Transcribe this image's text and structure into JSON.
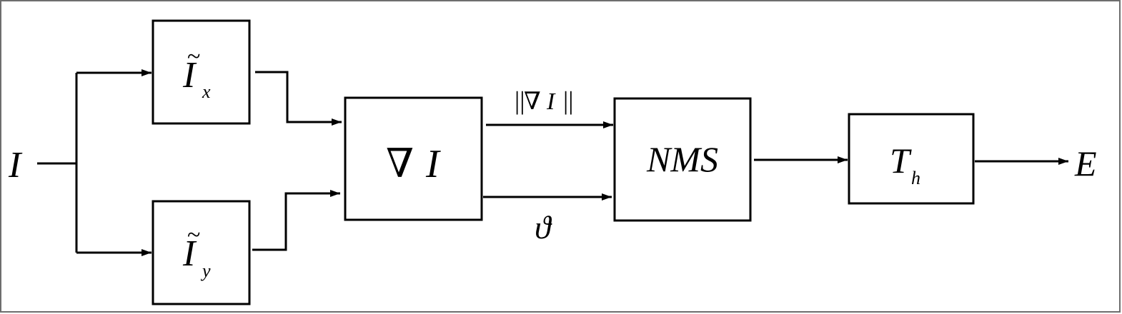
{
  "diagram": {
    "input_label": "I",
    "output_label": "E",
    "blocks": {
      "ix": {
        "base": "I",
        "tilde": "~",
        "sub": "x"
      },
      "iy": {
        "base": "I",
        "tilde": "~",
        "sub": "y"
      },
      "grad": {
        "nabla": "∇",
        "var": "I"
      },
      "nms": {
        "label": "NMS"
      },
      "th": {
        "base": "T",
        "sub": "h"
      }
    },
    "edges": {
      "magnitude": {
        "bars_left": "||",
        "nabla": "∇",
        "var": "I",
        "bars_right": "||"
      },
      "angle": {
        "label": "ϑ"
      }
    }
  }
}
